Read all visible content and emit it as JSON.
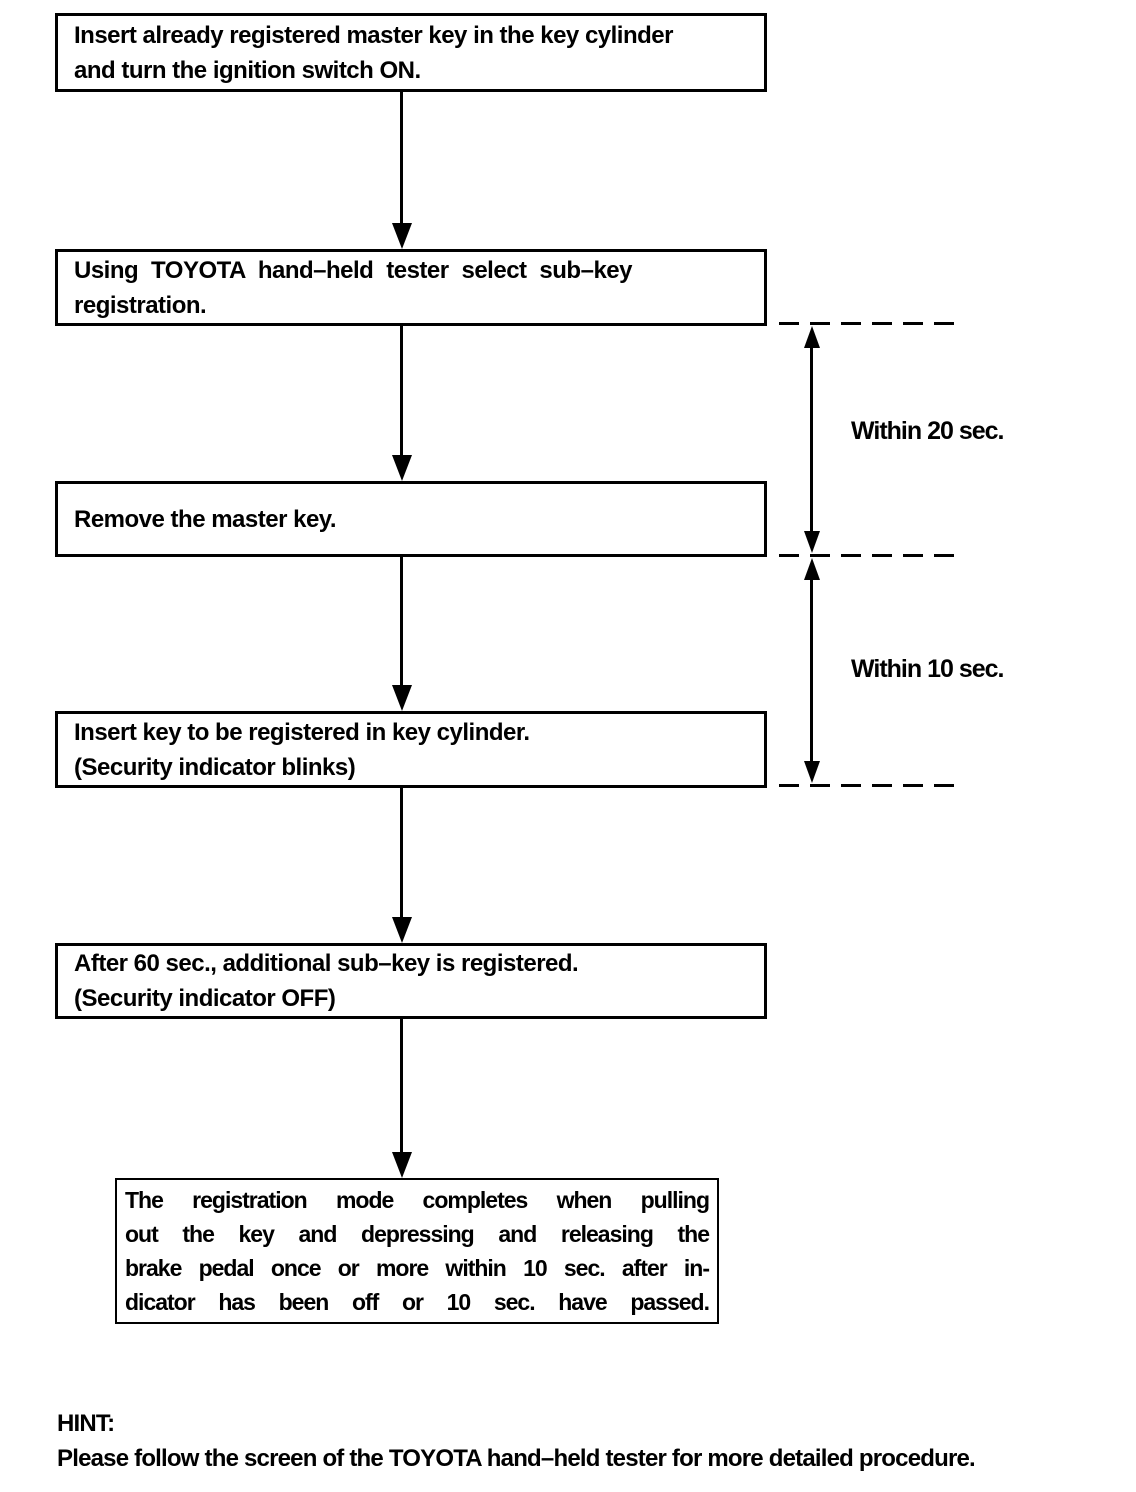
{
  "colors": {
    "ink": "#000000",
    "background": "#ffffff"
  },
  "flowchart": {
    "steps": [
      {
        "lines": [
          "Insert already registered master key in the key cylinder",
          "and turn the ignition switch ON."
        ]
      },
      {
        "lines": [
          "Using TOYOTA hand–held tester select sub–key",
          "registration."
        ]
      },
      {
        "lines": [
          "Remove the master key."
        ]
      },
      {
        "lines": [
          "Insert key to be registered in key cylinder.",
          "(Security indicator blinks)"
        ]
      },
      {
        "lines": [
          "After 60 sec., additional sub–key is registered.",
          "(Security indicator OFF)"
        ]
      },
      {
        "lines": [
          "The registration mode completes when pulling",
          "out the key and depressing and releasing the",
          "brake pedal once or more within 10 sec. after in-",
          "dicator has been off or 10 sec. have passed."
        ]
      }
    ],
    "timing_annotations": [
      {
        "label": "Within 20 sec."
      },
      {
        "label": "Within 10 sec."
      }
    ],
    "hint": {
      "title": "HINT:",
      "text": "Please follow the screen of the TOYOTA hand–held tester for more detailed procedure."
    }
  }
}
